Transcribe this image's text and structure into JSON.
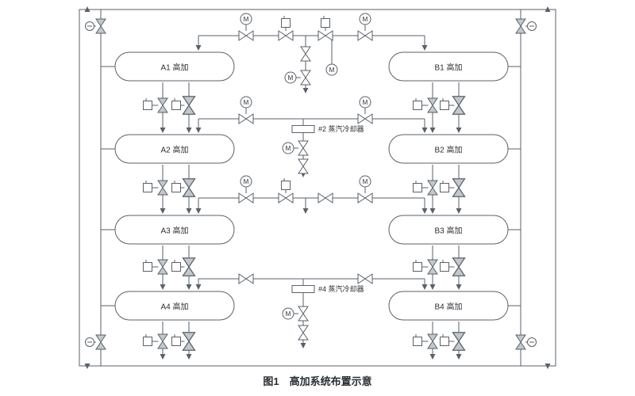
{
  "title": {
    "caption": "图1　高加系统布置示意"
  },
  "labels": {
    "m": "M"
  },
  "heaters": [
    {
      "label": "A1 高加"
    },
    {
      "label": "A2 高加"
    },
    {
      "label": "A3 高加"
    },
    {
      "label": "A4 高加"
    },
    {
      "label": "B1 高加"
    },
    {
      "label": "B2 高加"
    },
    {
      "label": "B3 高加"
    },
    {
      "label": "B4 高加"
    }
  ],
  "coolers": [
    {
      "label": "#2 蒸汽冷却器"
    },
    {
      "label": "#4 蒸汽冷却器"
    }
  ]
}
